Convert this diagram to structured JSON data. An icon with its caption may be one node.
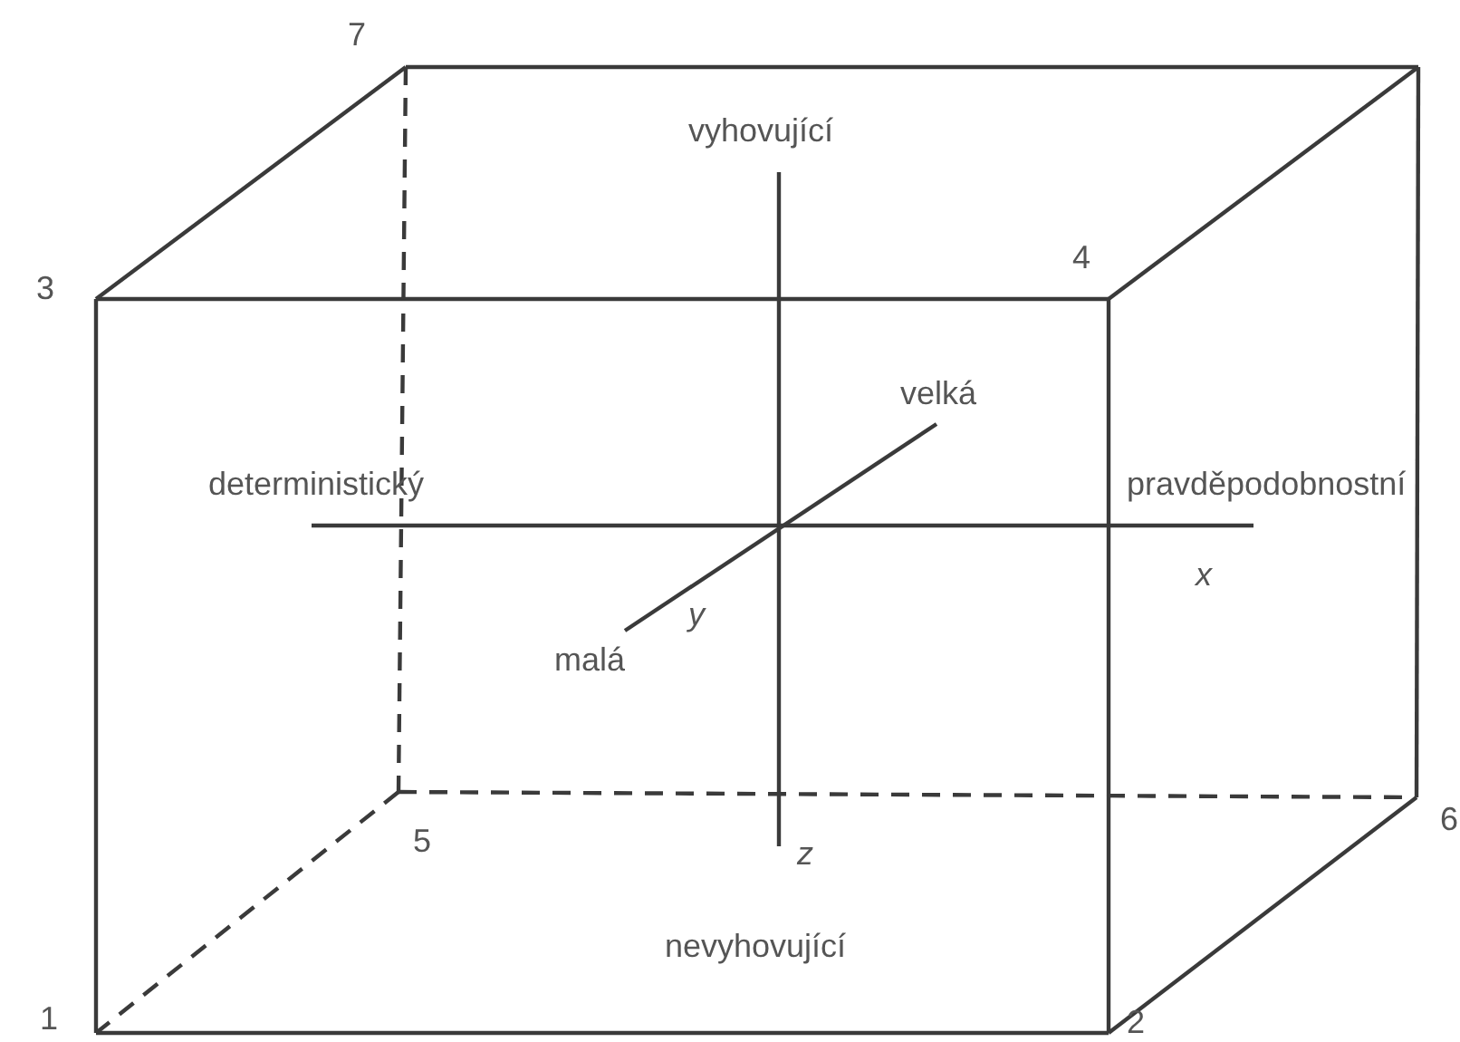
{
  "diagram": {
    "labels": [
      "7",
      "3",
      "4",
      "vyhovující",
      "velká",
      "deterministický",
      "pravděpodobnostní",
      "x",
      "y",
      "malá",
      "5",
      "z",
      "6",
      "nevyhovující",
      "1",
      "2"
    ]
  }
}
